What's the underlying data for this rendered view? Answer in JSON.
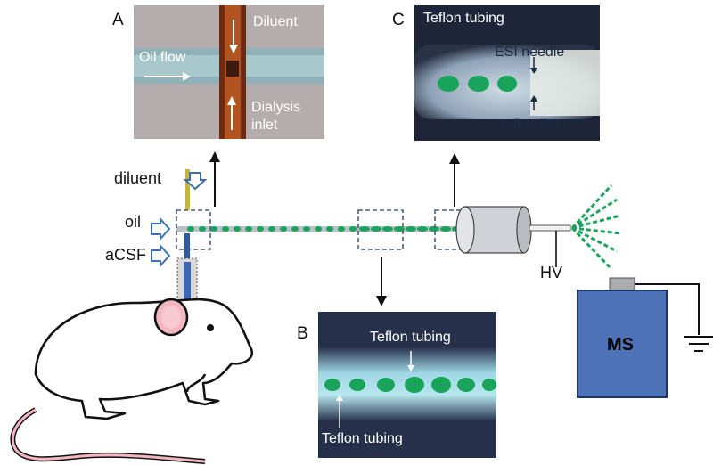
{
  "panels": {
    "a": {
      "letter": "A",
      "diluent": "Diluent",
      "oil_flow": "Oil flow",
      "dialysis_inlet_line1": "Dialysis",
      "dialysis_inlet_line2": "inlet"
    },
    "b": {
      "letter": "B",
      "tubing_top": "Teflon tubing",
      "tubing_bottom": "Teflon tubing"
    },
    "c": {
      "letter": "C",
      "tubing": "Teflon tubing",
      "needle": "ESI needle",
      "liner": "Teflon liner"
    }
  },
  "inputs": {
    "diluent": "diluent",
    "oil": "oil",
    "acsf": "aCSF"
  },
  "hv": "HV",
  "ms": "MS",
  "colors": {
    "droplet": "#1aa35a",
    "arrow_input": "#3a6fb0",
    "box_dash": "#4a5f80",
    "ms_fill": "#4d72b8",
    "rat_ear": "#f4b6c2"
  }
}
